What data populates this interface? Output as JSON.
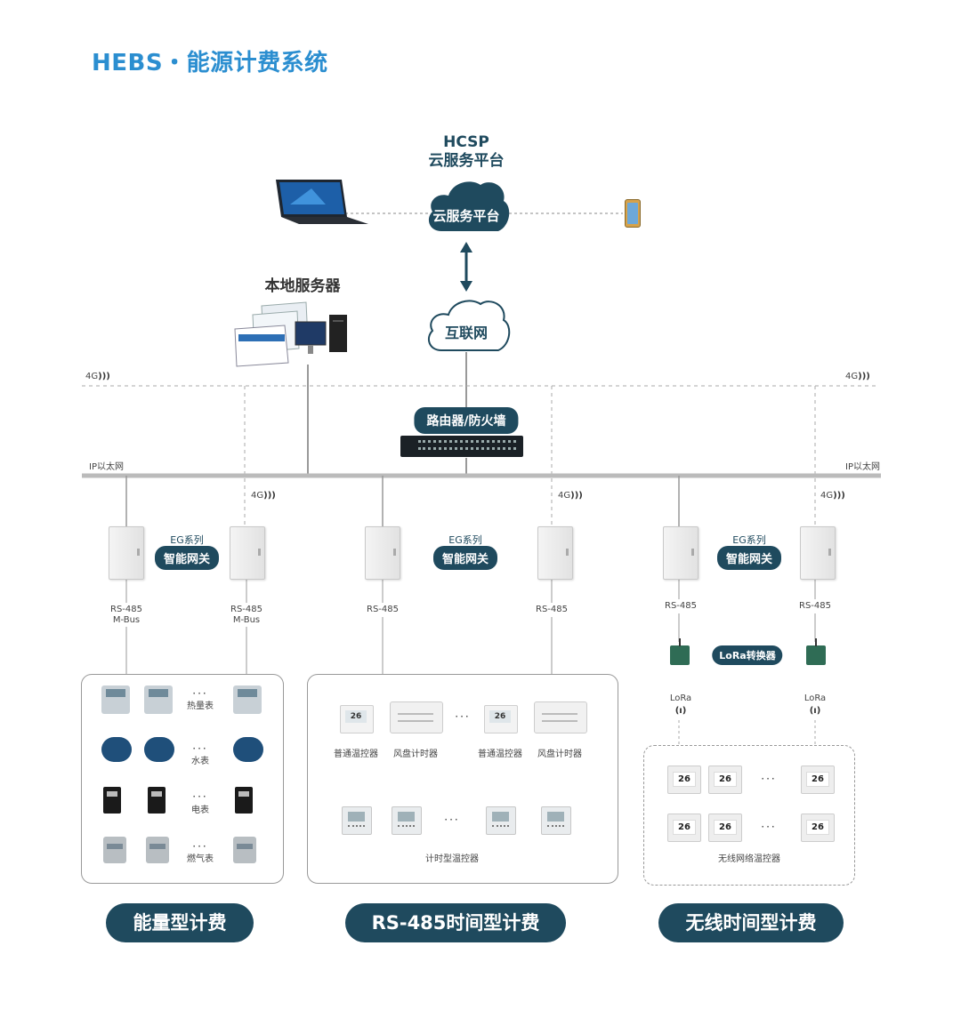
{
  "title": "HEBS・能源计费系统",
  "cloud": {
    "heading_1": "HCSP",
    "heading_2": "云服务平台",
    "label": "云服务平台"
  },
  "internet": {
    "label": "互联网"
  },
  "local_server": {
    "label": "本地服务器"
  },
  "router": {
    "label": "路由器/防火墙"
  },
  "network": {
    "ip_label_left": "IP以太网",
    "ip_label_right": "IP以太网",
    "g4_label": "4G"
  },
  "sections": [
    {
      "eg_series": "EG系列",
      "gateway": "智能网关",
      "left_bus": [
        "RS-485",
        "M-Bus"
      ],
      "right_bus": [
        "RS-485",
        "M-Bus"
      ],
      "meters": [
        {
          "label": "热量表",
          "icon": "heat-meter-icon"
        },
        {
          "label": "水表",
          "icon": "water-meter-icon"
        },
        {
          "label": "电表",
          "icon": "electric-meter-icon"
        },
        {
          "label": "燃气表",
          "icon": "gas-meter-icon"
        }
      ],
      "ellipsis": "···",
      "footer": "能量型计费"
    },
    {
      "eg_series": "EG系列",
      "gateway": "智能网关",
      "left_bus": "RS-485",
      "right_bus": "RS-485",
      "controllers": [
        "普通温控器",
        "风盘计时器",
        "普通温控器",
        "风盘计时器"
      ],
      "therm_display": "26",
      "timer_label": "计时型温控器",
      "ellipsis": "···",
      "footer": "RS-485时间型计费"
    },
    {
      "eg_series": "EG系列",
      "gateway": "智能网关",
      "left_bus": "RS-485",
      "right_bus": "RS-485",
      "converter": "LoRa转换器",
      "lora": "LoRa",
      "therm_display": "26",
      "wireless_label": "无线网络温控器",
      "ellipsis": "···",
      "footer": "无线时间型计费"
    }
  ],
  "colors": {
    "title": "#2b8ed0",
    "dark": "#1f4a5e"
  }
}
